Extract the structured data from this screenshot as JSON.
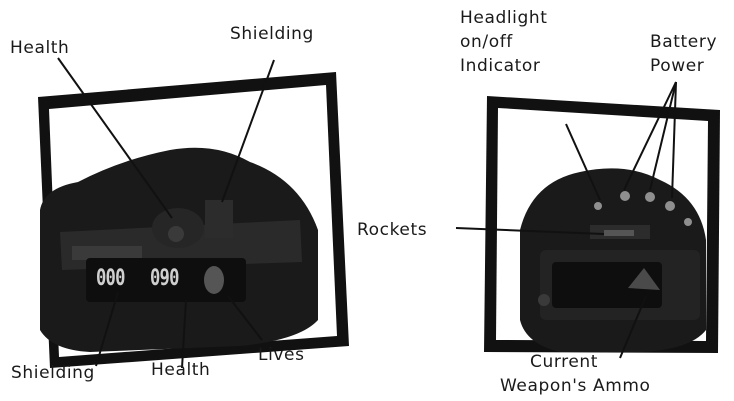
{
  "left_panel": {
    "label_health_top": "Health",
    "label_shielding_top": "Shielding",
    "label_shielding_bottom": "Shielding",
    "label_health_bottom": "Health",
    "label_lives": "Lives",
    "digits_shield": "000",
    "digits_health": "090"
  },
  "right_panel": {
    "label_headlight": [
      "Headlight",
      "on/off",
      "Indicator"
    ],
    "label_battery": [
      "Battery",
      "Power"
    ],
    "label_rockets": "Rockets",
    "label_ammo": [
      "Current",
      "Weapon's Ammo"
    ]
  }
}
